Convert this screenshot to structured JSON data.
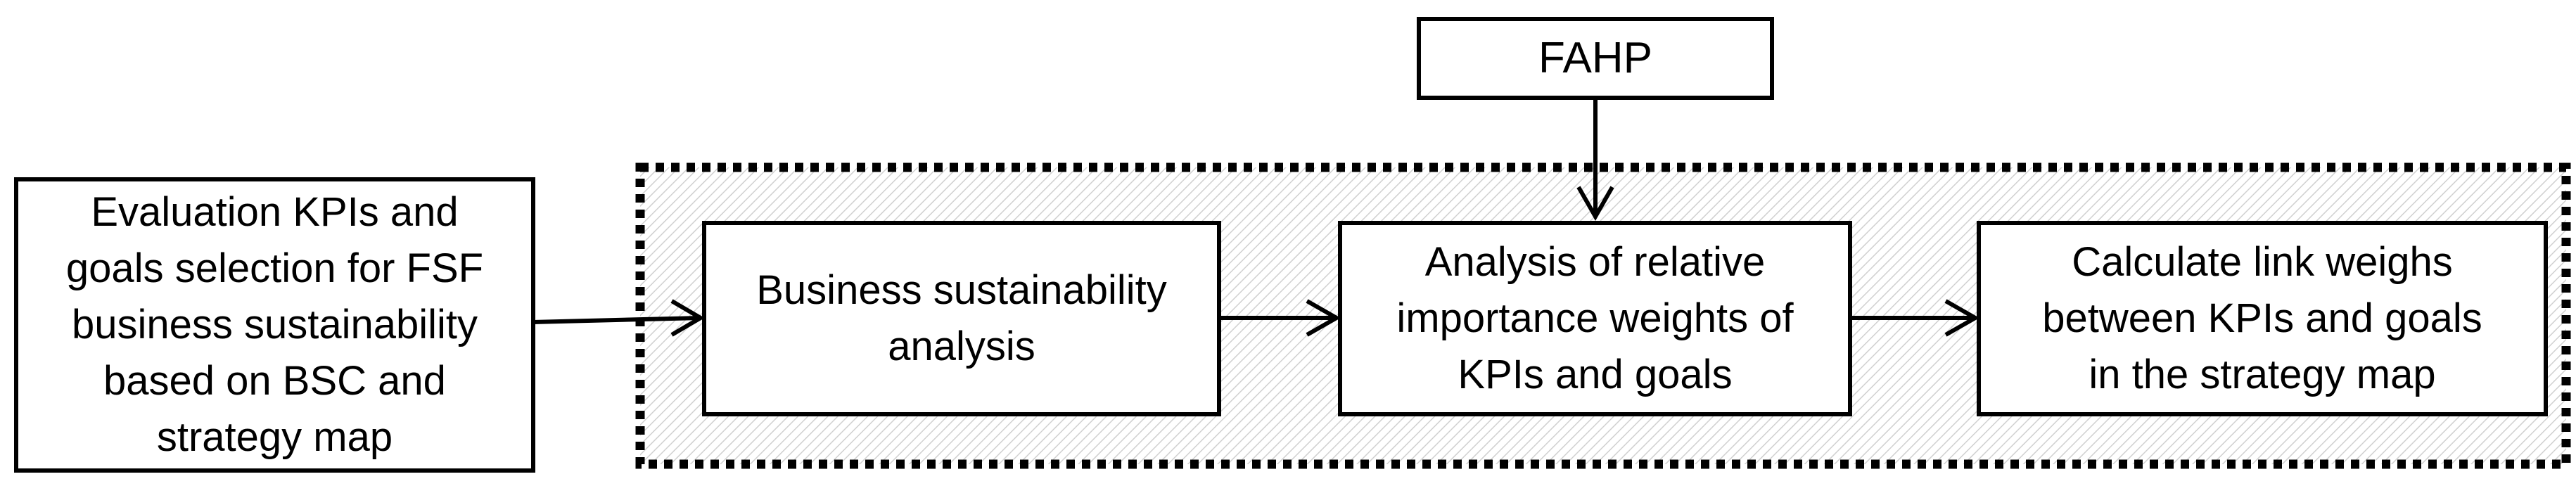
{
  "diagram": {
    "top_box": {
      "label": "FAHP"
    },
    "input_box": {
      "label": "Evaluation KPIs and\ngoals selection for FSF\nbusiness sustainability\nbased on BSC and\nstrategy map"
    },
    "steps": [
      {
        "label": "Business sustainability\nanalysis"
      },
      {
        "label": "Analysis of relative\nimportance weights of\nKPIs and goals"
      },
      {
        "label": "Calculate link weighs\nbetween KPIs and  goals\nin the strategy map"
      }
    ],
    "colors": {
      "stroke": "#000000",
      "box_fill": "#ffffff",
      "hatch": "#c8c8c8"
    }
  }
}
